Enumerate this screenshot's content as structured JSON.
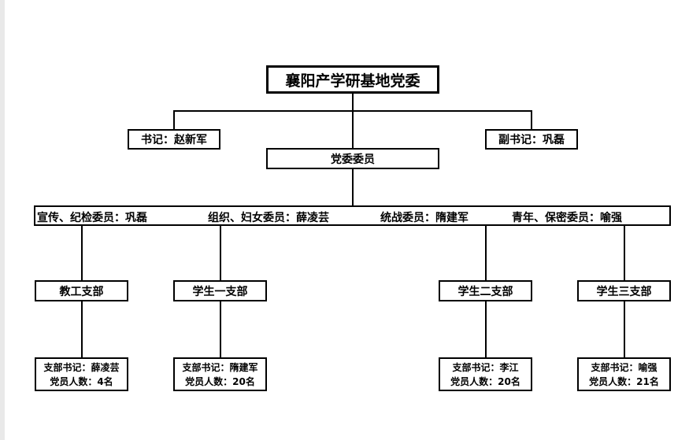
{
  "title": "襄阳产学研基地党委",
  "secretary": "书记：赵新军",
  "deputy_secretary": "副书记：巩磊",
  "committee_label": "党委委员",
  "committee_members": [
    "宣传、纪检委员：巩磊",
    "组织、妇女委员：薛凌芸",
    "统战委员：隋建军",
    "青年、保密委员：喻强"
  ],
  "branches": [
    {
      "name": "教工支部",
      "secretary": "支部书记：薛凌芸",
      "members": "党员人数：4名"
    },
    {
      "name": "学生一支部",
      "secretary": "支部书记：隋建军",
      "members": "党员人数：20名"
    },
    {
      "name": "学生二支部",
      "secretary": "支部书记：李江",
      "members": "党员人数：20名"
    },
    {
      "name": "学生三支部",
      "secretary": "支部书记：喻强",
      "members": "党员人数：21名"
    }
  ]
}
